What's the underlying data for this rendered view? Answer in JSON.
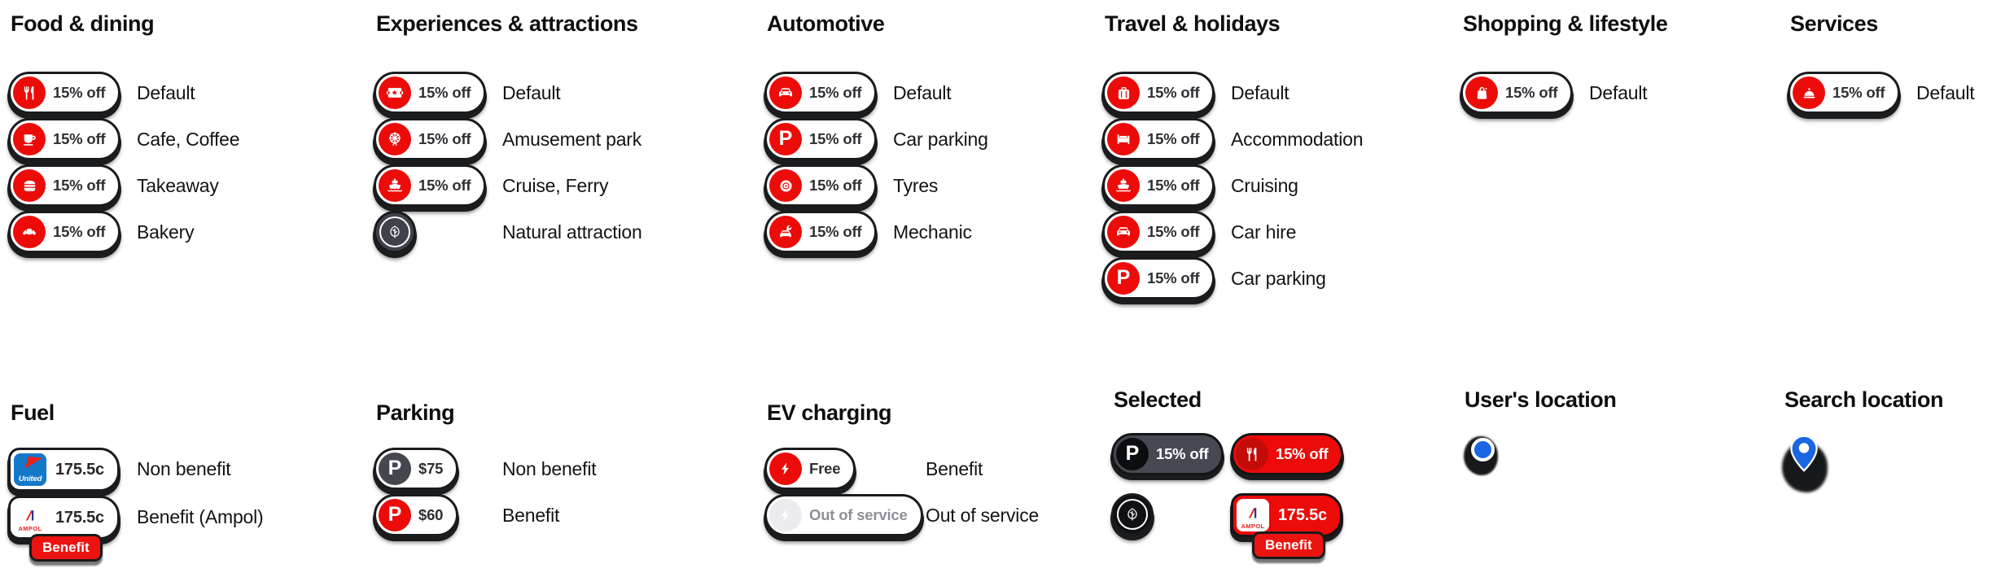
{
  "palette": {
    "marker_red": "#eb0c09",
    "marker_dark_red": "#c30b08",
    "marker_slate": "#45474e",
    "marker_black": "#101114",
    "sketch_ink": "#1a1b1d",
    "location_blue": "#1b66e2",
    "muted_circle": "#ececf0",
    "muted_text": "#8e8f99",
    "united_blue": "#1478c9",
    "brand_red": "#e8231f",
    "ampol_navy": "#24388c",
    "white": "#ffffff"
  },
  "sections": [
    {
      "id": "food-dining",
      "title": "Food & dining",
      "items": [
        {
          "label": "Default",
          "pin": {
            "style": "pill",
            "icon": "utensils-icon",
            "badge_text": "15% off"
          }
        },
        {
          "label": "Cafe, Coffee",
          "pin": {
            "style": "pill",
            "icon": "coffee-cup-icon",
            "badge_text": "15% off"
          }
        },
        {
          "label": "Takeaway",
          "pin": {
            "style": "pill",
            "icon": "burger-icon",
            "badge_text": "15% off"
          }
        },
        {
          "label": "Bakery",
          "pin": {
            "style": "pill",
            "icon": "croissant-icon",
            "badge_text": "15% off"
          }
        }
      ]
    },
    {
      "id": "experiences-attractions",
      "title": "Experiences & attractions",
      "items": [
        {
          "label": "Default",
          "pin": {
            "style": "pill",
            "icon": "ticket-icon",
            "badge_text": "15% off"
          }
        },
        {
          "label": "Amusement park",
          "pin": {
            "style": "pill",
            "icon": "ferris-wheel-icon",
            "badge_text": "15% off"
          }
        },
        {
          "label": "Cruise, Ferry",
          "pin": {
            "style": "pill",
            "icon": "ship-icon",
            "badge_text": "15% off"
          }
        },
        {
          "label": "Natural attraction",
          "pin": {
            "style": "circle",
            "variant": "dark",
            "icon": "leaf-icon"
          }
        }
      ]
    },
    {
      "id": "automotive",
      "title": "Automotive",
      "items": [
        {
          "label": "Default",
          "pin": {
            "style": "pill",
            "icon": "car-icon",
            "badge_text": "15% off"
          }
        },
        {
          "label": "Car parking",
          "pin": {
            "style": "pill",
            "icon": "letter-p-icon",
            "badge_text": "15% off"
          }
        },
        {
          "label": "Tyres",
          "pin": {
            "style": "pill",
            "icon": "tyre-icon",
            "badge_text": "15% off"
          }
        },
        {
          "label": "Mechanic",
          "pin": {
            "style": "pill",
            "icon": "mechanic-icon",
            "badge_text": "15% off"
          }
        }
      ]
    },
    {
      "id": "travel-holidays",
      "title": "Travel & holidays",
      "items": [
        {
          "label": "Default",
          "pin": {
            "style": "pill",
            "icon": "suitcase-icon",
            "badge_text": "15% off"
          }
        },
        {
          "label": "Accommodation",
          "pin": {
            "style": "pill",
            "icon": "bed-icon",
            "badge_text": "15% off"
          }
        },
        {
          "label": "Cruising",
          "pin": {
            "style": "pill",
            "icon": "ship-icon",
            "badge_text": "15% off"
          }
        },
        {
          "label": "Car hire",
          "pin": {
            "style": "pill",
            "icon": "car-icon",
            "badge_text": "15% off"
          }
        },
        {
          "label": "Car parking",
          "pin": {
            "style": "pill",
            "icon": "letter-p-icon",
            "badge_text": "15% off"
          }
        }
      ]
    },
    {
      "id": "shopping-lifestyle",
      "title": "Shopping & lifestyle",
      "items": [
        {
          "label": "Default",
          "pin": {
            "style": "pill",
            "icon": "shopping-bag-icon",
            "badge_text": "15% off"
          }
        }
      ]
    },
    {
      "id": "services",
      "title": "Services",
      "items": [
        {
          "label": "Default",
          "pin": {
            "style": "pill",
            "icon": "cloche-icon",
            "badge_text": "15% off"
          }
        }
      ]
    },
    {
      "id": "fuel",
      "title": "Fuel",
      "items": [
        {
          "label": "Non benefit",
          "pin": {
            "style": "fuel",
            "brand": "united",
            "brand_name": "United",
            "price": "175.5c"
          }
        },
        {
          "label": "Benefit (Ampol)",
          "pin": {
            "style": "fuel",
            "brand": "ampol",
            "brand_name": "AMPOL",
            "price": "175.5c",
            "benefit_badge": "Benefit"
          }
        }
      ]
    },
    {
      "id": "parking",
      "title": "Parking",
      "items": [
        {
          "label": "Non benefit",
          "pin": {
            "style": "pill",
            "circle": "dark",
            "icon": "letter-p-icon",
            "badge_text": "$75"
          }
        },
        {
          "label": "Benefit",
          "pin": {
            "style": "pill",
            "icon": "letter-p-icon",
            "badge_text": "$60"
          }
        }
      ]
    },
    {
      "id": "ev-charging",
      "title": "EV charging",
      "items": [
        {
          "label": "Benefit",
          "pin": {
            "style": "pill",
            "icon": "bolt-icon",
            "badge_text": "Free"
          }
        },
        {
          "label": "Out of service",
          "pin": {
            "style": "pill",
            "variant": "muted",
            "icon": "bolt-icon",
            "badge_text": "Out of service"
          }
        }
      ]
    },
    {
      "id": "selected",
      "title": "Selected",
      "items": [
        {
          "pin": {
            "style": "pill",
            "variant": "selected-dark",
            "icon": "letter-p-icon",
            "badge_text": "15% off"
          }
        },
        {
          "pin": {
            "style": "pill",
            "variant": "selected-red",
            "icon": "utensils-icon",
            "badge_text": "15% off"
          }
        },
        {
          "pin": {
            "style": "circle",
            "variant": "black",
            "icon": "leaf-icon"
          }
        },
        {
          "pin": {
            "style": "fuel",
            "variant": "selected",
            "brand": "ampol",
            "brand_name": "AMPOL",
            "price": "175.5c",
            "benefit_badge": "Benefit"
          }
        }
      ]
    },
    {
      "id": "users-location",
      "title": "User's location",
      "items": [
        {
          "pin": {
            "style": "location-dot"
          }
        }
      ]
    },
    {
      "id": "search-location",
      "title": "Search location",
      "items": [
        {
          "pin": {
            "style": "map-pin"
          }
        }
      ]
    }
  ]
}
